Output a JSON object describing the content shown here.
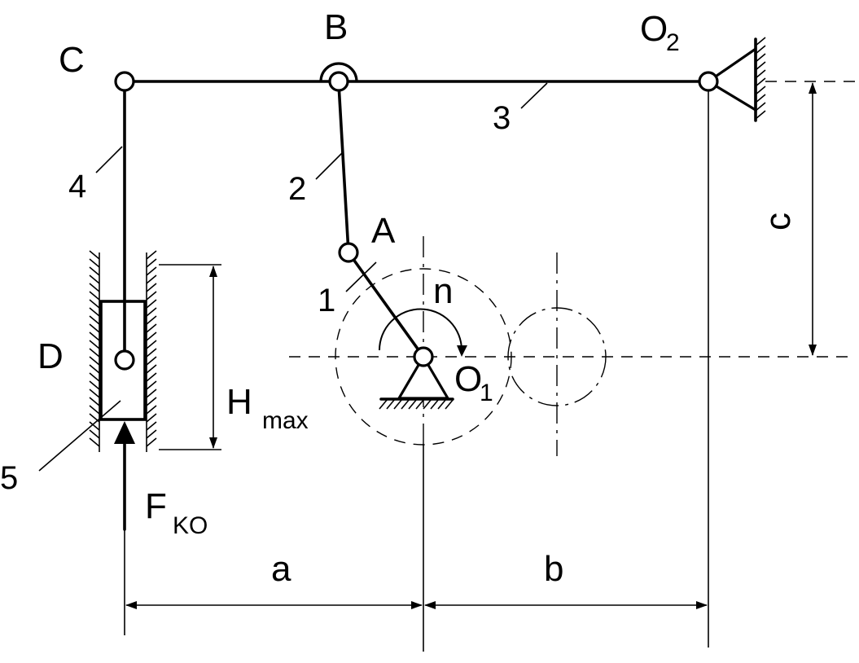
{
  "labels": {
    "B": "B",
    "C": "C",
    "O2_main": "O",
    "O2_sub": "2",
    "A": "A",
    "n": "n",
    "O1_main": "O",
    "O1_sub": "1",
    "D": "D",
    "H_main": "H",
    "H_sub": "max",
    "F_main": "F",
    "F_sub": "KO",
    "a": "a",
    "b": "b",
    "c": "c"
  },
  "links": {
    "link1": "1",
    "link2": "2",
    "link3": "3",
    "link4": "4",
    "link5": "5"
  }
}
